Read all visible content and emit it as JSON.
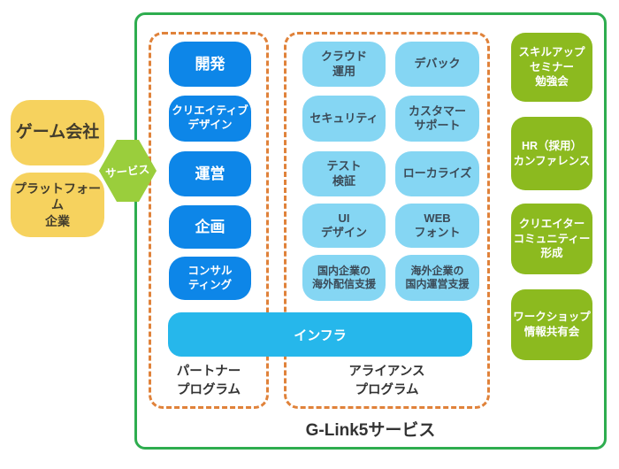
{
  "frame": {
    "title": "G-Link5サービス"
  },
  "clients": {
    "items": [
      {
        "label": "ゲーム会社"
      },
      {
        "label": "プラットフォーム\n企業"
      }
    ]
  },
  "service_arrow": {
    "label": "サービス"
  },
  "partner_program": {
    "label": "パートナー\nプログラム",
    "items": [
      "開発",
      "クリエイティブ\nデザイン",
      "運営",
      "企画",
      "コンサル\nティング"
    ]
  },
  "alliance_program": {
    "label": "アライアンス\nプログラム",
    "items_left": [
      "クラウド\n運用",
      "セキュリティ",
      "テスト\n検証",
      "UI\nデザイン",
      "国内企業の\n海外配信支援"
    ],
    "items_right": [
      "デバック",
      "カスタマー\nサポート",
      "ローカライズ",
      "WEB\nフォント",
      "海外企業の\n国内運営支援"
    ]
  },
  "infra": {
    "label": "インフラ"
  },
  "community": {
    "items": [
      "スキルアップ\nセミナー\n勉強会",
      "HR（採用）\nカンファレンス",
      "クリエイター\nコミュニティー\n形成",
      "ワークショップ\n情報共有会"
    ]
  },
  "colors": {
    "frame_border": "#2ead4f",
    "dashed_border": "#e0823a",
    "partner_button": "#0d86e8",
    "alliance_button": "#85d6f3",
    "infra_bar": "#26b7eb",
    "community_button": "#8cba1f",
    "client_box": "#f6d25e",
    "service_arrow": "#9ace3c",
    "dark_text": "#333333"
  }
}
